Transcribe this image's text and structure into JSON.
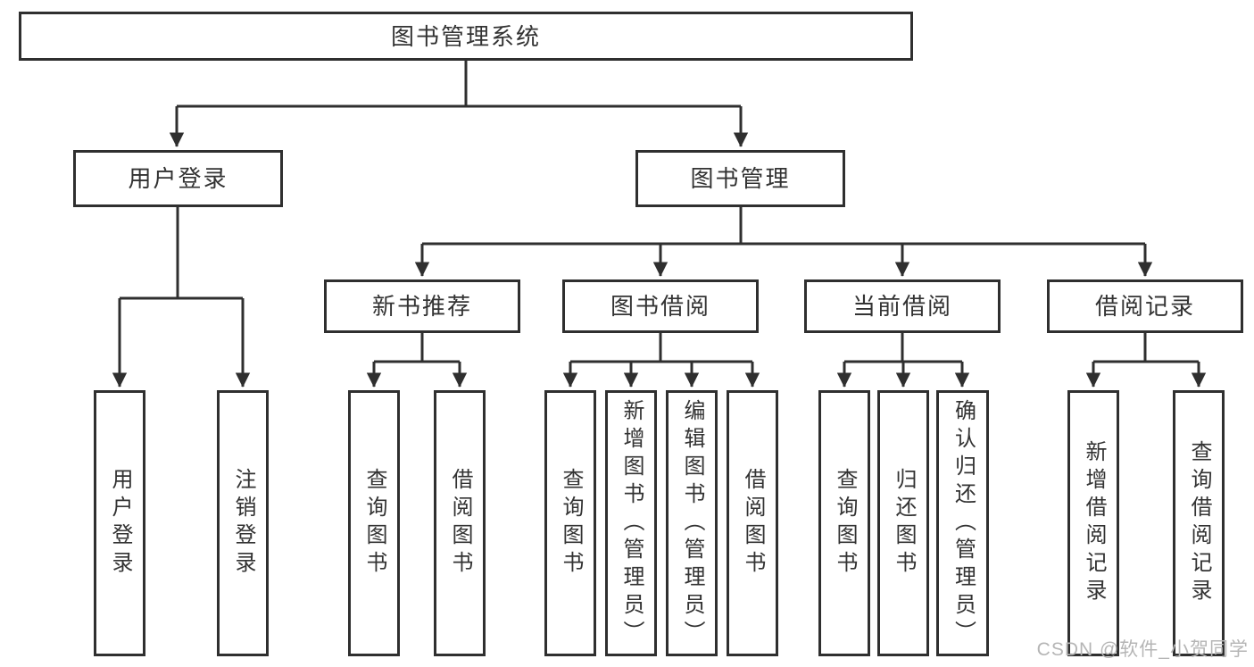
{
  "diagram": {
    "root": {
      "label": "图书管理系统"
    },
    "level2": [
      {
        "label": "用户登录"
      },
      {
        "label": "图书管理"
      }
    ],
    "level3": [
      {
        "label": "新书推荐",
        "parent": "图书管理"
      },
      {
        "label": "图书借阅",
        "parent": "图书管理"
      },
      {
        "label": "当前借阅",
        "parent": "图书管理"
      },
      {
        "label": "借阅记录",
        "parent": "图书管理"
      }
    ],
    "leaves": [
      {
        "label": "用户登录",
        "parent": "用户登录"
      },
      {
        "label": "注销登录",
        "parent": "用户登录"
      },
      {
        "label": "查询图书",
        "parent": "新书推荐"
      },
      {
        "label": "借阅图书",
        "parent": "新书推荐"
      },
      {
        "label": "查询图书",
        "parent": "图书借阅"
      },
      {
        "label": "新增图书（管理员）",
        "parent": "图书借阅"
      },
      {
        "label": "编辑图书（管理员）",
        "parent": "图书借阅"
      },
      {
        "label": "借阅图书",
        "parent": "图书借阅"
      },
      {
        "label": "查询图书",
        "parent": "当前借阅"
      },
      {
        "label": "归还图书",
        "parent": "当前借阅"
      },
      {
        "label": "确认归还（管理员）",
        "parent": "当前借阅"
      },
      {
        "label": "新增借阅记录",
        "parent": "借阅记录"
      },
      {
        "label": "查询借阅记录",
        "parent": "借阅记录"
      }
    ],
    "colors": {
      "line": "#2f2f2f",
      "text": "#333333",
      "background": "#ffffff",
      "watermark": "#b5b5b5"
    }
  },
  "watermark": {
    "text": "CSDN @软件_小贺同学"
  }
}
